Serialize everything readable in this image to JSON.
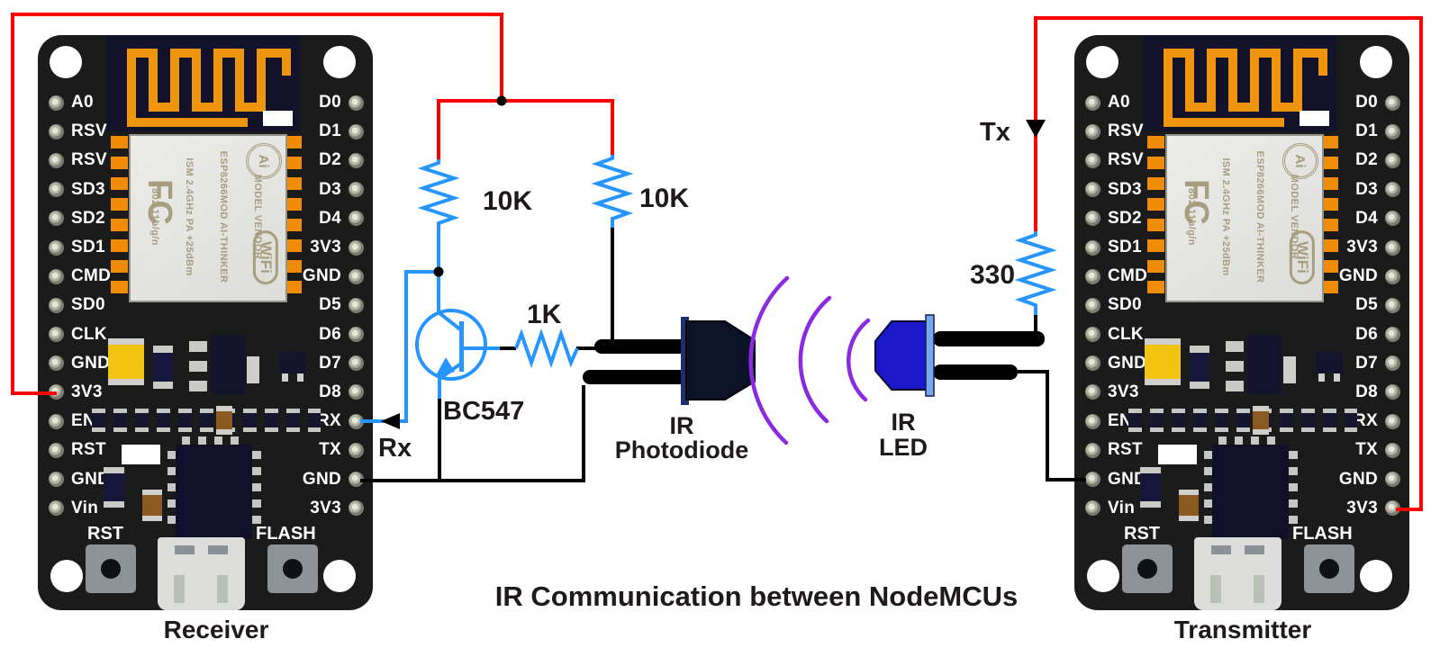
{
  "title": "IR Communication between NodeMCUs",
  "boards": {
    "receiver": {
      "label": "Receiver"
    },
    "transmitter": {
      "label": "Transmitter"
    }
  },
  "board_common": {
    "rst_button": "RST",
    "flash_button": "FLASH",
    "module": {
      "fcc_logo": "FC",
      "ai_logo": "Ai",
      "wifi_logo": "WiFi",
      "lines": [
        "MODEL VENDOR",
        "ESP8266MOD AI-THINKER",
        "ISM 2.4GHz PA +25dBm",
        "802.11b/g/n"
      ]
    }
  },
  "pinout": {
    "left": [
      "A0",
      "RSV",
      "RSV",
      "SD3",
      "SD2",
      "SD1",
      "CMD",
      "SD0",
      "CLK",
      "GND",
      "3V3",
      "EN",
      "RST",
      "GND",
      "Vin"
    ],
    "right": [
      "D0",
      "D1",
      "D2",
      "D3",
      "D4",
      "3V3",
      "GND",
      "D5",
      "D6",
      "D7",
      "D8",
      "RX",
      "TX",
      "GND",
      "3V3"
    ]
  },
  "circuit": {
    "resistor_pullup_left": "10K",
    "resistor_pullup_right": "10K",
    "resistor_base": "1K",
    "resistor_led": "330",
    "transistor": "BC547",
    "rx_signal": "Rx",
    "tx_signal": "Tx",
    "photodiode_label_line1": "IR",
    "photodiode_label_line2": "Photodiode",
    "led_label_line1": "IR",
    "led_label_line2": "LED"
  },
  "colors": {
    "wire_red": "#ff0000",
    "wire_blue": "#2795ff",
    "wire_black": "#000000",
    "wave_purple": "#8a2be2",
    "led_body_blue": "#1b18c9",
    "led_flange_blue": "#74aaec",
    "photodiode_navy": "#0c1228",
    "antenna_orange": "#ef940d",
    "label_black": "#1e1a1b"
  }
}
